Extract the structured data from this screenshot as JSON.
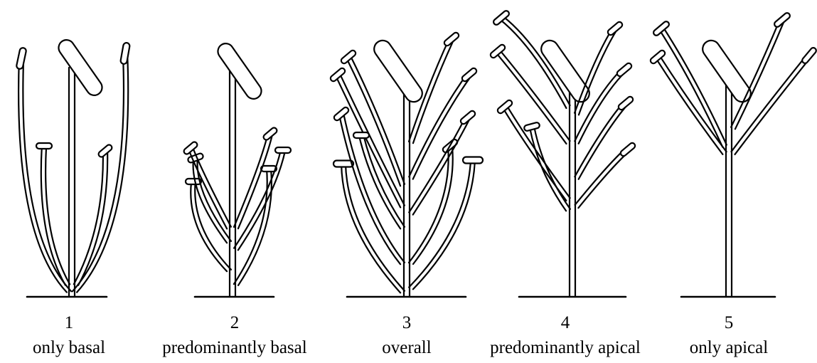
{
  "figure": {
    "panels": [
      {
        "number": "1",
        "caption": "only basal"
      },
      {
        "number": "2",
        "caption": "predominantly basal"
      },
      {
        "number": "3",
        "caption": "overall"
      },
      {
        "number": "4",
        "caption": "predominantly apical"
      },
      {
        "number": "5",
        "caption": "only apical"
      }
    ]
  }
}
